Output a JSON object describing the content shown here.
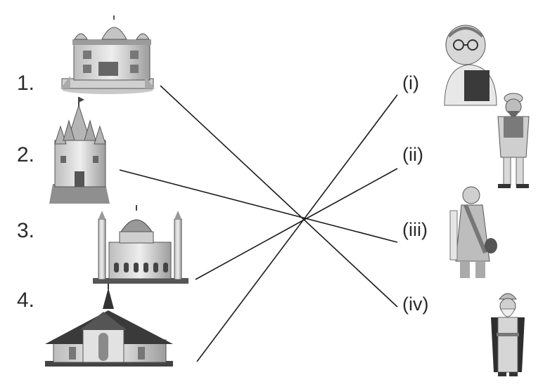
{
  "left_labels": [
    "1.",
    "2.",
    "3.",
    "4."
  ],
  "right_labels": [
    "(i)",
    "(ii)",
    "(iii)",
    "(iv)"
  ],
  "left_pictures": [
    "gurudwara",
    "temple",
    "mosque",
    "church"
  ],
  "right_pictures": [
    "christian-priest",
    "muslim-man",
    "hindu-woman",
    "sikh-elder"
  ],
  "colors": {
    "ink": "#2a2a2a",
    "light": "#d6d6d6",
    "mid": "#9a9a9a",
    "dark": "#555555",
    "roof": "#3a3a3a"
  }
}
